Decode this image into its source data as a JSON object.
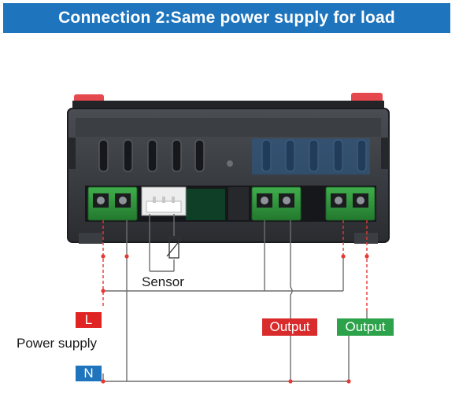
{
  "header": {
    "title": "Connection 2:Same power supply for load"
  },
  "labels": {
    "sensor": "Sensor",
    "power_supply": "Power supply",
    "live": "L",
    "neutral": "N",
    "output_red": "Output",
    "output_green": "Output"
  },
  "colors": {
    "banner": "#1e74bd",
    "live_tag": "#e02424",
    "neutral_tag": "#1e74bd",
    "output_red": "#d92b2b",
    "output_green": "#2ca24a",
    "terminal_green": "#2e8b3a",
    "device_body": "#2f3236",
    "button_red": "#e5484d",
    "wire_red": "#e53935",
    "wire_gray": "#6e6e6e"
  }
}
